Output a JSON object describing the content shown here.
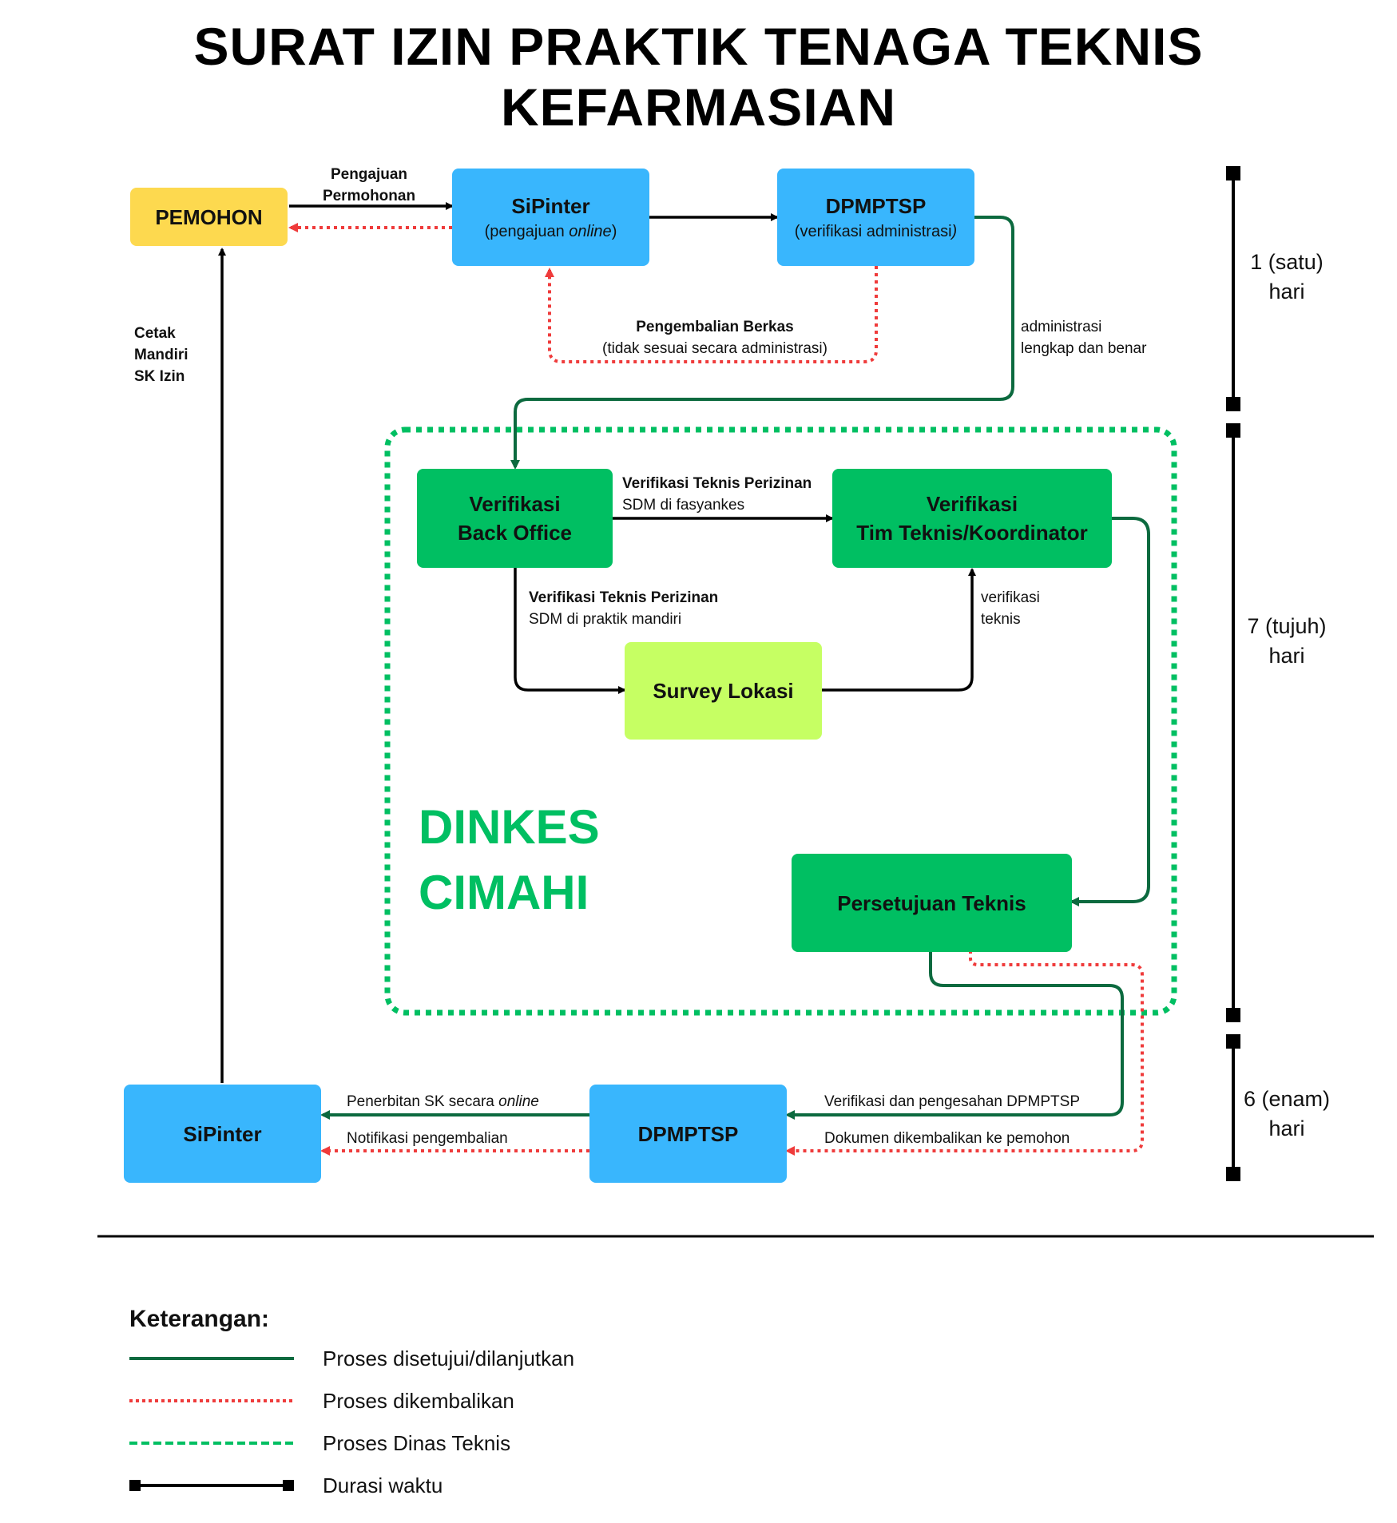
{
  "title": "SURAT IZIN PRAKTIK TENAGA TEKNIS KEFARMASIAN",
  "nodes": {
    "pemohon": {
      "main": "PEMOHON"
    },
    "sipinter_top": {
      "main": "SiPinter",
      "sub_prefix": "(pengajuan ",
      "sub_em": "online",
      "sub_suffix": ")"
    },
    "dpmptsp_top": {
      "main": "DPMPTSP",
      "sub": "(verifikasi administrasi",
      "sub_em": ")"
    },
    "backoffice": {
      "line1": "Verifikasi",
      "line2": "Back Office"
    },
    "timteknis": {
      "line1": "Verifikasi",
      "line2": "Tim Teknis/Koordinator"
    },
    "survey": {
      "main": "Survey Lokasi"
    },
    "persetujuan": {
      "main": "Persetujuan Teknis"
    },
    "sipinter_bottom": {
      "main": "SiPinter"
    },
    "dpmptsp_bottom": {
      "main": "DPMPTSP"
    }
  },
  "labels": {
    "pengajuan": {
      "line1": "Pengajuan",
      "line2": "Permohonan"
    },
    "cetak": {
      "line1": "Cetak",
      "line2": "Mandiri",
      "line3": "SK Izin"
    },
    "pengembalian_berkas": {
      "line1": "Pengembalian Berkas",
      "line2": "(tidak sesuai secara administrasi)"
    },
    "administrasi": {
      "line1": "administrasi",
      "line2": "lengkap dan benar"
    },
    "vt_fasyankes": {
      "line1": "Verifikasi Teknis Perizinan",
      "line2": "SDM di fasyankes"
    },
    "vt_mandiri": {
      "line1": "Verifikasi Teknis Perizinan",
      "line2": "SDM di praktik mandiri"
    },
    "verifikasi_teknis": {
      "line1": "verifikasi",
      "line2": "teknis"
    },
    "penerbitan_prefix": "Penerbitan SK secara ",
    "penerbitan_em": "online",
    "notifikasi": "Notifikasi pengembalian",
    "verifikasi_pengesahan": "Verifikasi dan pengesahan DPMPTSP",
    "dokumen_dikembalikan": "Dokumen dikembalikan ke pemohon"
  },
  "dinkes": {
    "line1": "DINKES",
    "line2": "CIMAHI"
  },
  "durations": [
    {
      "line1": "1 (satu)",
      "line2": "hari"
    },
    {
      "line1": "7 (tujuh)",
      "line2": "hari"
    },
    {
      "line1": "6 (enam)",
      "line2": "hari"
    }
  ],
  "legend": {
    "title": "Keterangan:",
    "items": [
      {
        "label": "Proses disetujui/dilanjutkan",
        "style": "solid",
        "color": "#0c6a3f"
      },
      {
        "label": "Proses dikembalikan",
        "style": "dotted",
        "color": "#ef3b3b"
      },
      {
        "label": "Proses Dinas Teknis",
        "style": "dashed",
        "color": "#00bf62"
      },
      {
        "label": "Durasi waktu",
        "style": "duration",
        "color": "#000000"
      }
    ]
  },
  "colors": {
    "blue": "#39b6fd",
    "yellow": "#fdd94f",
    "green": "#00bf62",
    "lime": "#c6ff63",
    "approved_line": "#0c6a3f",
    "returned_line": "#ef3b3b",
    "dinas_line": "#00bf62"
  }
}
